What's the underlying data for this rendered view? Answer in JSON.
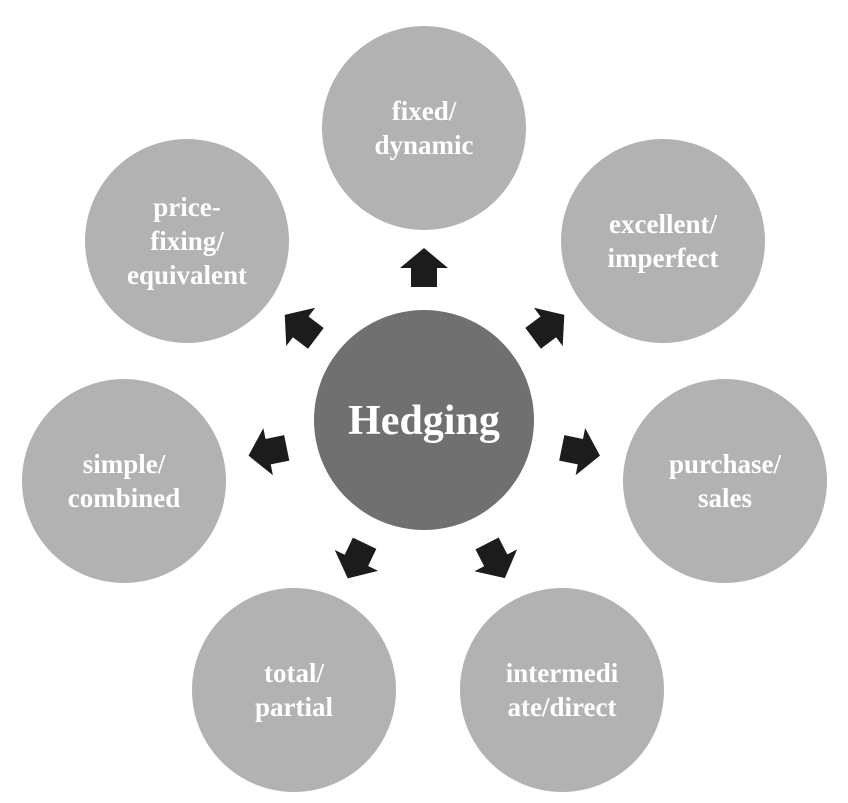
{
  "diagram": {
    "colors": {
      "outer_circle": "#b2b2b2",
      "center_circle": "#707070",
      "arrow": "#1c1c1c",
      "label": "#ffffff"
    },
    "center": {
      "label": "Hedging"
    },
    "nodes": [
      {
        "id": "fixed-dynamic",
        "lines": [
          "fixed/",
          "dynamic"
        ]
      },
      {
        "id": "excellent-imperfect",
        "lines": [
          "excellent/",
          "imperfect"
        ]
      },
      {
        "id": "purchase-sales",
        "lines": [
          "purchase/",
          "sales"
        ]
      },
      {
        "id": "intermediate-direct",
        "lines": [
          "intermedi",
          "ate/direct"
        ]
      },
      {
        "id": "total-partial",
        "lines": [
          "total/",
          "partial"
        ]
      },
      {
        "id": "simple-combined",
        "lines": [
          "simple/",
          "combined"
        ]
      },
      {
        "id": "price-fixing-equivalent",
        "lines": [
          "price-",
          "fixing/",
          "equivalent"
        ]
      }
    ]
  }
}
